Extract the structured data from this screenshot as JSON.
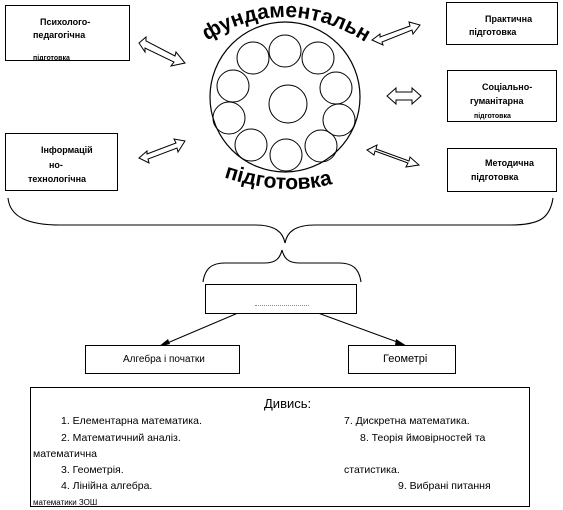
{
  "center": {
    "top_text": "фундаментальна",
    "bottom_text": "підготовка"
  },
  "boxes": {
    "psych": [
      "Психолого-",
      "педагогічна",
      "підготовка"
    ],
    "info": [
      "Інформацій",
      "но-",
      "технологічна"
    ],
    "practical": [
      "Практична",
      "підготовка"
    ],
    "social": [
      "Соціально-",
      "гуманітарна",
      "підготовка"
    ],
    "method": [
      "Методична",
      "підготовка"
    ],
    "branch_left": "Алгебра і початки",
    "branch_right": "Геометрі"
  },
  "bottom_box": {
    "title": "Дивись:",
    "left_items": [
      "1. Елементарна математика.",
      "2. Математичний аналіз.",
      "математична",
      "3. Геометрія.",
      "4. Лінійна алгебра.",
      "математики ЗОШ"
    ],
    "right_items": [
      "7. Дискретна математика.",
      "8. Теорія ймовірностей та",
      "статистика.",
      "9. Вибрані питання"
    ]
  }
}
